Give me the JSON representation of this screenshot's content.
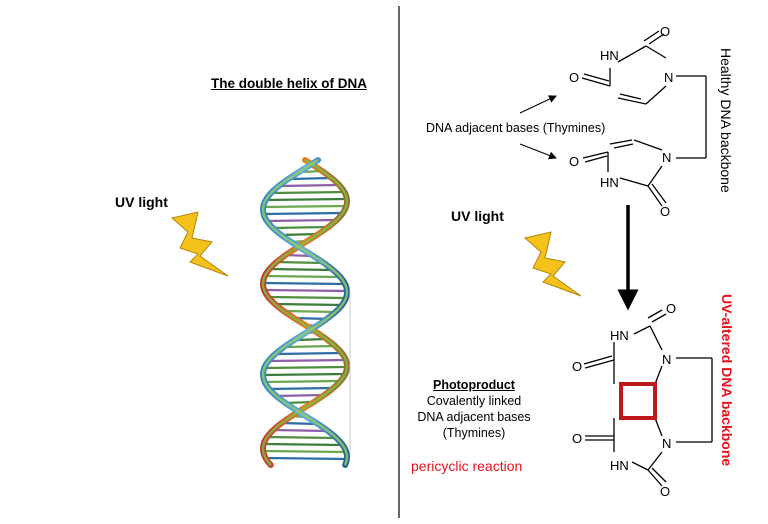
{
  "left_panel": {
    "title": "The double helix of DNA",
    "uv_label": "UV light"
  },
  "right_panel": {
    "adjacent_bases_label": "DNA adjacent bases (Thymines)",
    "uv_label": "UV light",
    "healthy_backbone_label": "Healthy DNA backbone",
    "altered_backbone_label": "UV-altered DNA backbone",
    "photoproduct": {
      "heading": "Photoproduct",
      "line1": "Covalently linked",
      "line2": "DNA adjacent bases",
      "line3": "(Thymines)"
    },
    "reaction_label": "pericyclic reaction",
    "atom_labels": {
      "hn": "HN",
      "n": "N",
      "o": "O"
    }
  },
  "colors": {
    "altered": "#e8121a",
    "lightning": "#f5c21b",
    "lightning_edge": "#b5860a",
    "cyclobutane": "#c0181a"
  },
  "icons": [
    "lightning-bolt-icon",
    "dna-helix-icon"
  ]
}
